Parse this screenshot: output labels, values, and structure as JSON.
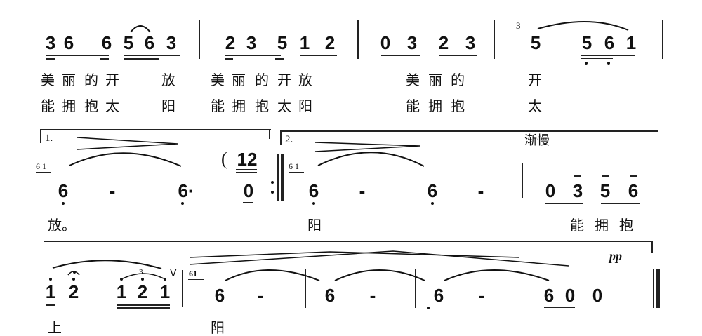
{
  "score": {
    "notation": "jianpu",
    "system1": {
      "measures": [
        {
          "notes": [
            "3",
            "6",
            "6",
            "5",
            "6",
            "3"
          ]
        },
        {
          "notes": [
            "2",
            "3",
            "5",
            "1",
            "2"
          ]
        },
        {
          "notes": [
            "0",
            "3",
            "2",
            "3"
          ]
        },
        {
          "grace": "3",
          "notes": [
            "5",
            "5",
            "6",
            "1"
          ]
        }
      ],
      "lyrics_verse1": [
        "美",
        "丽",
        "的",
        "开",
        "放",
        "美",
        "丽",
        "的",
        "开",
        "放",
        "美",
        "丽",
        "的",
        "开"
      ],
      "lyrics_verse2": [
        "能",
        "拥",
        "抱",
        "太",
        "阳",
        "能",
        "拥",
        "抱",
        "太",
        "阳",
        "能",
        "拥",
        "抱",
        "太"
      ]
    },
    "system2": {
      "volta1_label": "1.",
      "volta2_label": "2.",
      "tempo_marking": "渐慢",
      "grace": "6 1",
      "measures": [
        {
          "notes": [
            "6",
            "-"
          ]
        },
        {
          "notes": [
            "6·",
            "0"
          ],
          "prefix": "(",
          "upper": "12"
        },
        {
          "notes": [
            "6",
            "-"
          ]
        },
        {
          "notes": [
            "6",
            "-"
          ]
        },
        {
          "notes": [
            "0",
            "3",
            "5",
            "6"
          ]
        }
      ],
      "lyrics": [
        "放。",
        "阳",
        "能",
        "拥",
        "抱"
      ]
    },
    "system3": {
      "dynamic": "pp",
      "breath_mark": "V",
      "grace": "61",
      "measures": [
        {
          "notes": [
            "1",
            "2",
            "1",
            "2",
            "1"
          ],
          "triplet": "3"
        },
        {
          "notes": [
            "6",
            "-"
          ]
        },
        {
          "notes": [
            "6",
            "-"
          ]
        },
        {
          "notes": [
            "6",
            "-"
          ]
        },
        {
          "notes": [
            "6",
            "0",
            "0"
          ]
        }
      ],
      "lyrics": [
        "上",
        "阳"
      ]
    }
  }
}
